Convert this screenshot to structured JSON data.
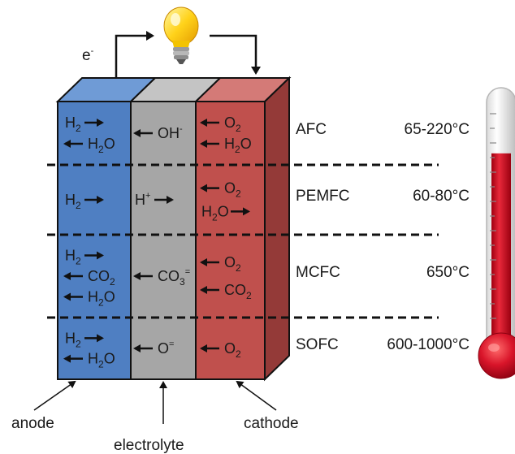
{
  "title": "",
  "electron": {
    "symbol": "e",
    "charge": "-"
  },
  "layers": [
    {
      "label": "anode",
      "color": "#4f7fc2",
      "top_color": "#6f9bd6"
    },
    {
      "label": "electrolyte",
      "color": "#a6a6a6",
      "top_color": "#c4c4c4"
    },
    {
      "label": "cathode",
      "color": "#c0504d",
      "top_color": "#d47a77",
      "side_color": "#943a38"
    }
  ],
  "cells": [
    {
      "type": "AFC",
      "temperature": "65-220°C",
      "anode": [
        {
          "text": "H",
          "sub": "2",
          "dir": "right"
        },
        {
          "text": "H",
          "sub": "2",
          "tail": "O",
          "dir": "left"
        }
      ],
      "electrolyte": [
        {
          "text": "OH",
          "sup": "-",
          "dir": "left"
        }
      ],
      "cathode": [
        {
          "text": "O",
          "sub": "2",
          "dir": "left"
        },
        {
          "text": "H",
          "sub": "2",
          "tail": "O",
          "dir": "left"
        }
      ]
    },
    {
      "type": "PEMFC",
      "temperature": "60-80°C",
      "anode": [
        {
          "text": "H",
          "sub": "2",
          "dir": "right"
        }
      ],
      "electrolyte": [
        {
          "text": "H",
          "sup": "+",
          "dir": "right"
        }
      ],
      "cathode": [
        {
          "text": "O",
          "sub": "2",
          "dir": "left"
        },
        {
          "text": "H",
          "sub": "2",
          "tail": "O",
          "dir": "right"
        }
      ]
    },
    {
      "type": "MCFC",
      "temperature": "650°C",
      "anode": [
        {
          "text": "H",
          "sub": "2",
          "dir": "right"
        },
        {
          "text": "CO",
          "sub": "2",
          "dir": "left"
        },
        {
          "text": "H",
          "sub": "2",
          "tail": "O",
          "dir": "left"
        }
      ],
      "electrolyte": [
        {
          "text": "CO",
          "sub": "3",
          "sup": "=",
          "dir": "left"
        }
      ],
      "cathode": [
        {
          "text": "O",
          "sub": "2",
          "dir": "left"
        },
        {
          "text": "CO",
          "sub": "2",
          "dir": "left"
        }
      ]
    },
    {
      "type": "SOFC",
      "temperature": "600-1000°C",
      "anode": [
        {
          "text": "H",
          "sub": "2",
          "dir": "right"
        },
        {
          "text": "H",
          "sub": "2",
          "tail": "O",
          "dir": "left"
        }
      ],
      "electrolyte": [
        {
          "text": "O",
          "sup": "=",
          "dir": "left"
        }
      ],
      "cathode": [
        {
          "text": "O",
          "sub": "2",
          "dir": "left"
        }
      ]
    }
  ],
  "thermometer": {
    "fill_color": "#c8102e",
    "fill_level": 0.78
  }
}
